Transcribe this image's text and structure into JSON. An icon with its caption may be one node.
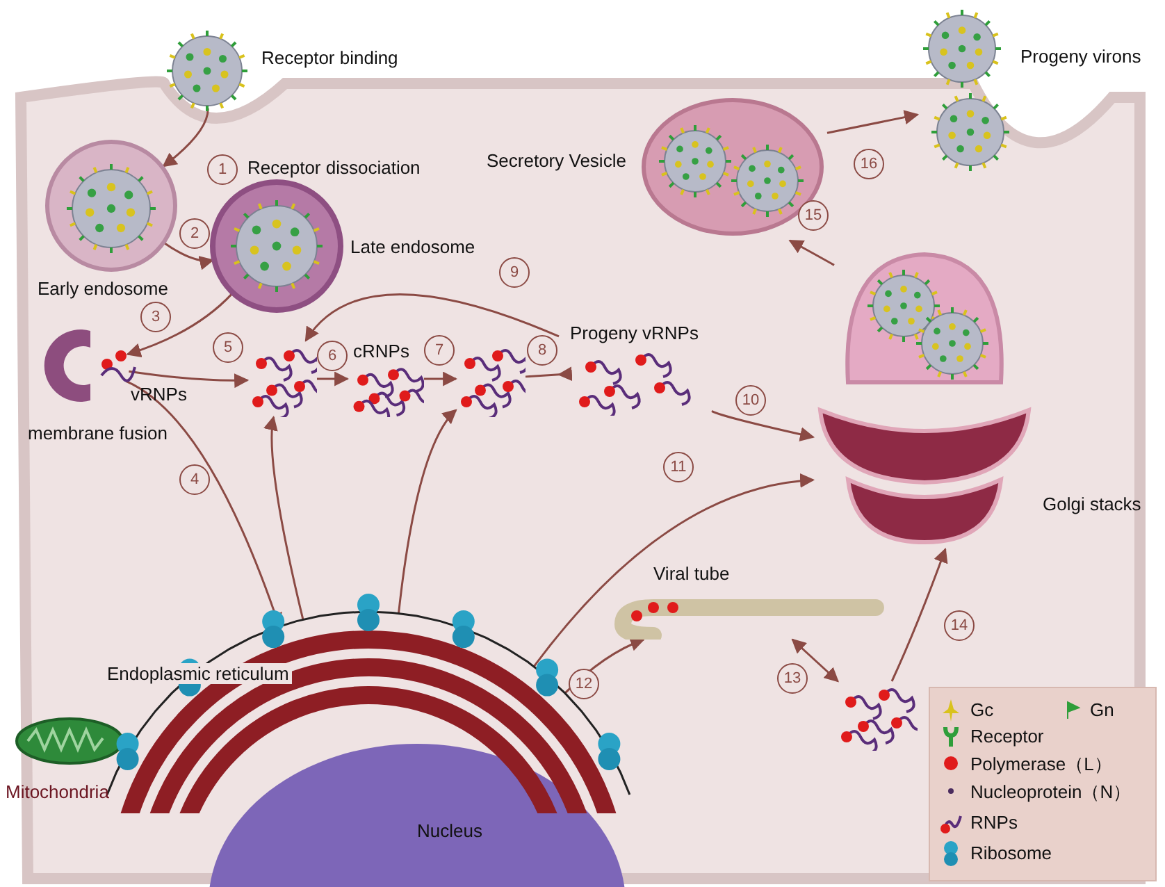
{
  "diagram": {
    "nodes": [
      {
        "text": [
          "Receptor binding"
        ]
      },
      {
        "text": [
          "Early endosome"
        ]
      },
      {
        "text": [
          "Late endosome"
        ]
      },
      {
        "text": [
          "vRNPs",
          "membrane fusion"
        ]
      },
      {
        "text": [],
        "shape": "picture"
      },
      {
        "text": [
          "cRNPs"
        ]
      },
      {
        "text": [],
        "shape": "picture"
      },
      {
        "text": [
          "Progeny vRNPs"
        ]
      },
      {
        "text": [
          "Golgi stacks"
        ]
      },
      {
        "text": [
          "Secretory Vesicle"
        ]
      },
      {
        "text": [
          "Progeny virons"
        ]
      },
      {
        "text": [
          "Endoplasmic reticulum"
        ]
      },
      {
        "text": [
          "Viral tube"
        ]
      },
      {
        "text": [],
        "shape": "picture"
      },
      {
        "text": [],
        "shape": "picture"
      }
    ],
    "edges": [
      {
        "from": 0,
        "to": 1,
        "arrow": "to",
        "label": "1"
      },
      {
        "from": 1,
        "to": 2,
        "arrow": "to",
        "label": "2"
      },
      {
        "from": 2,
        "to": 3,
        "arrow": "to",
        "label": "3"
      },
      {
        "from": 3,
        "to": 4,
        "arrow": "to",
        "label": "5"
      },
      {
        "from": 4,
        "to": 5,
        "arrow": "to",
        "label": "6"
      },
      {
        "from": 5,
        "to": 6,
        "arrow": "to",
        "label": "7"
      },
      {
        "from": 6,
        "to": 7,
        "arrow": "to",
        "label": "8"
      },
      {
        "from": 7,
        "to": 4,
        "arrow": "to",
        "label": "9"
      },
      {
        "from": 3,
        "to": 11,
        "arrow": "to",
        "label": "4"
      },
      {
        "from": 11,
        "to": 4,
        "arrow": "to"
      },
      {
        "from": 11,
        "to": 6,
        "arrow": "to"
      },
      {
        "from": 7,
        "to": 8,
        "arrow": "to",
        "label": "10"
      },
      {
        "from": 11,
        "to": 8,
        "arrow": "to",
        "label": "11"
      },
      {
        "from": 11,
        "to": 12,
        "arrow": "to",
        "label": "12"
      },
      {
        "from": 12,
        "to": 13,
        "arrow": "both",
        "label": "13"
      },
      {
        "from": 13,
        "to": 8,
        "arrow": "to",
        "label": "14"
      },
      {
        "from": 14,
        "to": 9,
        "arrow": "to",
        "label": "15"
      },
      {
        "from": 9,
        "to": 10,
        "arrow": "to",
        "label": "16"
      }
    ],
    "labels": [
      "Receptor dissociation",
      "Mitochondria",
      "Nucleus"
    ],
    "legend": [
      {
        "text": "Gc"
      },
      {
        "text": "Gn"
      },
      {
        "text": "Receptor"
      },
      {
        "text": "Polymerase（L）",
        "color": "#e01b1b"
      },
      {
        "text": "Nucleoprotein（N）",
        "color": "#4b2c5e"
      },
      {
        "text": "RNPs"
      },
      {
        "text": "Ribosome"
      }
    ]
  }
}
